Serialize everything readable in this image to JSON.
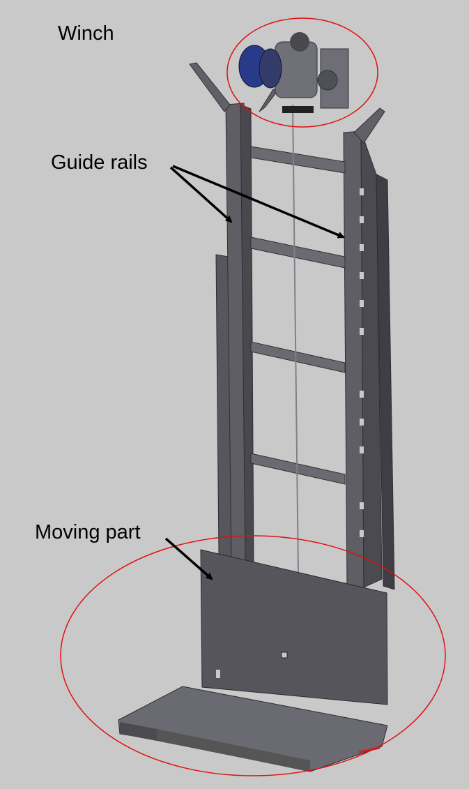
{
  "labels": {
    "winch": "Winch",
    "guide_rails": "Guide rails",
    "moving_part": "Moving part"
  },
  "colors": {
    "background": "#c9c9c9",
    "highlight_ellipse": "#e01010",
    "structure": "#5a5a60",
    "structure_dark": "#3c3c42",
    "winch_blue": "#2a3a8a"
  }
}
